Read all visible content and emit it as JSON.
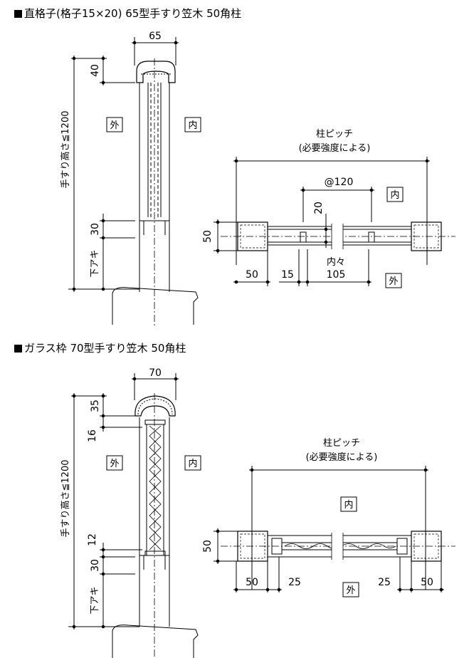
{
  "section1": {
    "title": "直格子(格子15×20) 65型手すり笠木 50角柱",
    "side": {
      "width": "65",
      "cap": "40",
      "bottom": "30",
      "height_label": "手すり高さ≦1200",
      "gap_label": "下アキ",
      "outside": "外",
      "inside": "内"
    },
    "plan": {
      "pitch_label": "柱ピッチ",
      "pitch_note": "(必要強度による)",
      "spacing": "@120",
      "bar": "20",
      "post": "50",
      "post_w": "50",
      "edge": "15",
      "inner_label": "内々",
      "inner_value": "105",
      "inside": "内",
      "outside": "外"
    }
  },
  "section2": {
    "title": "ガラス枠 70型手すり笠木 50角柱",
    "side": {
      "width": "70",
      "cap": "35",
      "gap1": "16",
      "gap2": "12",
      "bottom": "30",
      "height_label": "手すり高さ≦1200",
      "gap_label": "下アキ",
      "outside": "外",
      "inside": "内"
    },
    "plan": {
      "pitch_label": "柱ピッチ",
      "pitch_note": "(必要強度による)",
      "post": "50",
      "post_w_left": "50",
      "gap_left": "25",
      "gap_right": "25",
      "post_w_right": "50",
      "inside": "内",
      "outside": "外"
    }
  }
}
